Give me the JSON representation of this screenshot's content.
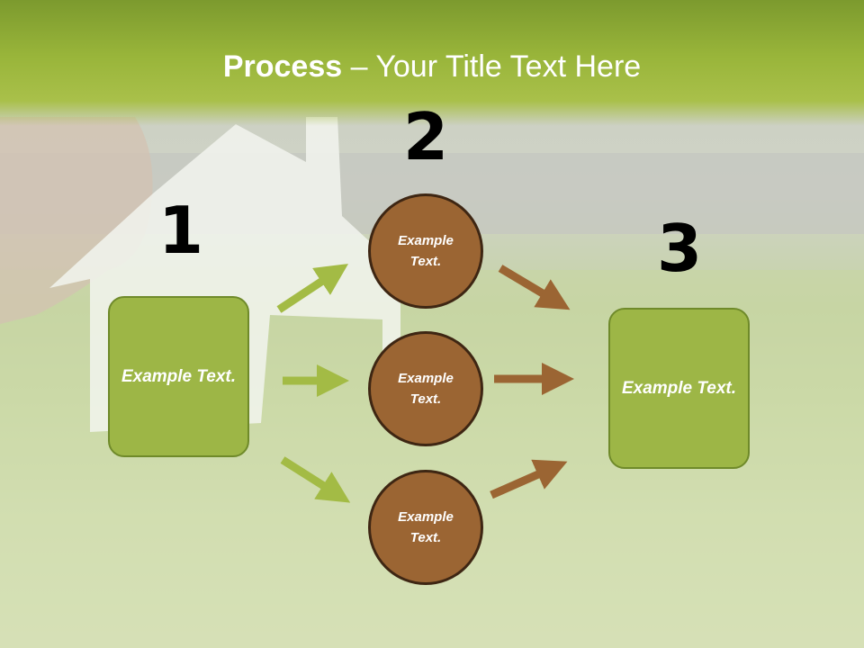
{
  "title": {
    "bold": "Process",
    "rest": " – Your Title Text Here"
  },
  "steps": {
    "n1": "1",
    "n2": "2",
    "n3": "3"
  },
  "left_box": {
    "text": "Example Text."
  },
  "right_box": {
    "text": "Example Text."
  },
  "circles": [
    {
      "text": "Example Text."
    },
    {
      "text": "Example Text."
    },
    {
      "text": "Example Text."
    }
  ],
  "colors": {
    "green_box": "#9db646",
    "brown_circle": "#9b6533",
    "green_arrow": "#a3bb45",
    "brown_arrow": "#9b6533"
  }
}
